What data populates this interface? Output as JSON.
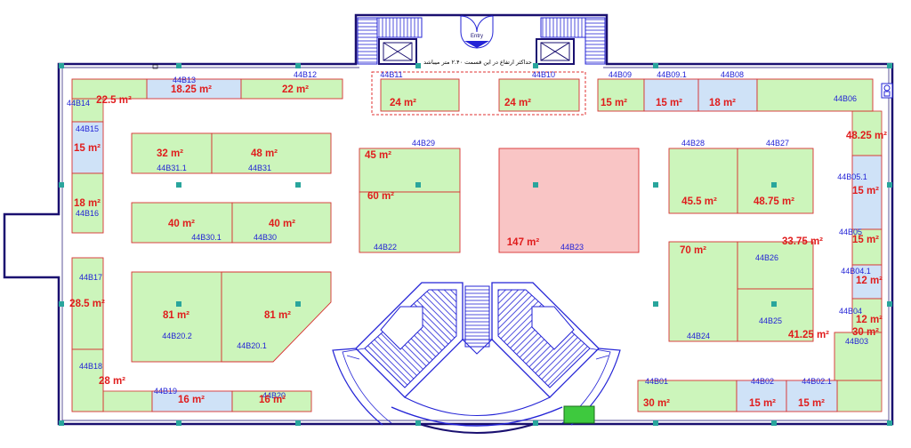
{
  "entry_label": "Entry",
  "note_text": "حداکثر ارتفاع در این قسمت ۲.۴۰ متر میباشد",
  "colors": {
    "wall": "#1a1070",
    "unit_green": "#ccf5bb",
    "unit_blue": "#cfe2f7",
    "unit_red": "#f9c5c5",
    "unit_border": "#d83030",
    "stair": "#2323d6",
    "label_blue": "#2323d6",
    "label_red": "#e01c1c",
    "column": "#29a59c"
  },
  "units": [
    {
      "id": "44B13",
      "area": "18.25 m²"
    },
    {
      "id": "44B12",
      "area": "22 m²"
    },
    {
      "id": "44B14",
      "area": "22.5 m²"
    },
    {
      "id": "44B11",
      "area": "24 m²"
    },
    {
      "id": "44B10",
      "area": "24 m²"
    },
    {
      "id": "44B09",
      "area": "15 m²"
    },
    {
      "id": "44B09.1",
      "area": "15 m²"
    },
    {
      "id": "44B08",
      "area": "18 m²"
    },
    {
      "id": "44B06",
      "area": "48.25 m²"
    },
    {
      "id": "44B15",
      "area": "15 m²"
    },
    {
      "id": "44B16",
      "area": "18 m²"
    },
    {
      "id": "44B31.1",
      "area": "32 m²"
    },
    {
      "id": "44B31",
      "area": "48 m²"
    },
    {
      "id": "44B30.1",
      "area": "40 m²"
    },
    {
      "id": "44B30",
      "area": "40 m²"
    },
    {
      "id": "44B29",
      "area": "45 m²"
    },
    {
      "id": "44B22",
      "area": "60 m²"
    },
    {
      "id": "44B23",
      "area": "147 m²"
    },
    {
      "id": "44B28",
      "area": "45.5 m²"
    },
    {
      "id": "44B27",
      "area": "48.75 m²"
    },
    {
      "id": "44B05.1",
      "area": "15 m²"
    },
    {
      "id": "44B05",
      "area": "15 m²"
    },
    {
      "id": "44B04.1",
      "area": "12 m²"
    },
    {
      "id": "44B04",
      "area": "12 m²"
    },
    {
      "id": "44B03",
      "area": "30 m²"
    },
    {
      "id": "44B24",
      "area": "70 m²"
    },
    {
      "id": "44B26",
      "area": "33.75 m²"
    },
    {
      "id": "44B25",
      "area": "41.25 m²"
    },
    {
      "id": "44B17",
      "area": "28.5 m²"
    },
    {
      "id": "44B20.2",
      "area": "81 m²"
    },
    {
      "id": "44B20.1",
      "area": "81 m²"
    },
    {
      "id": "44B18",
      "area": "28 m²"
    },
    {
      "id": "44B19",
      "area": "16 m²"
    },
    {
      "id": "44B20",
      "area": "16 m²"
    },
    {
      "id": "44B01",
      "area": "30 m²"
    },
    {
      "id": "44B02",
      "area": "15 m²"
    },
    {
      "id": "44B02.1",
      "area": "15 m²"
    }
  ]
}
